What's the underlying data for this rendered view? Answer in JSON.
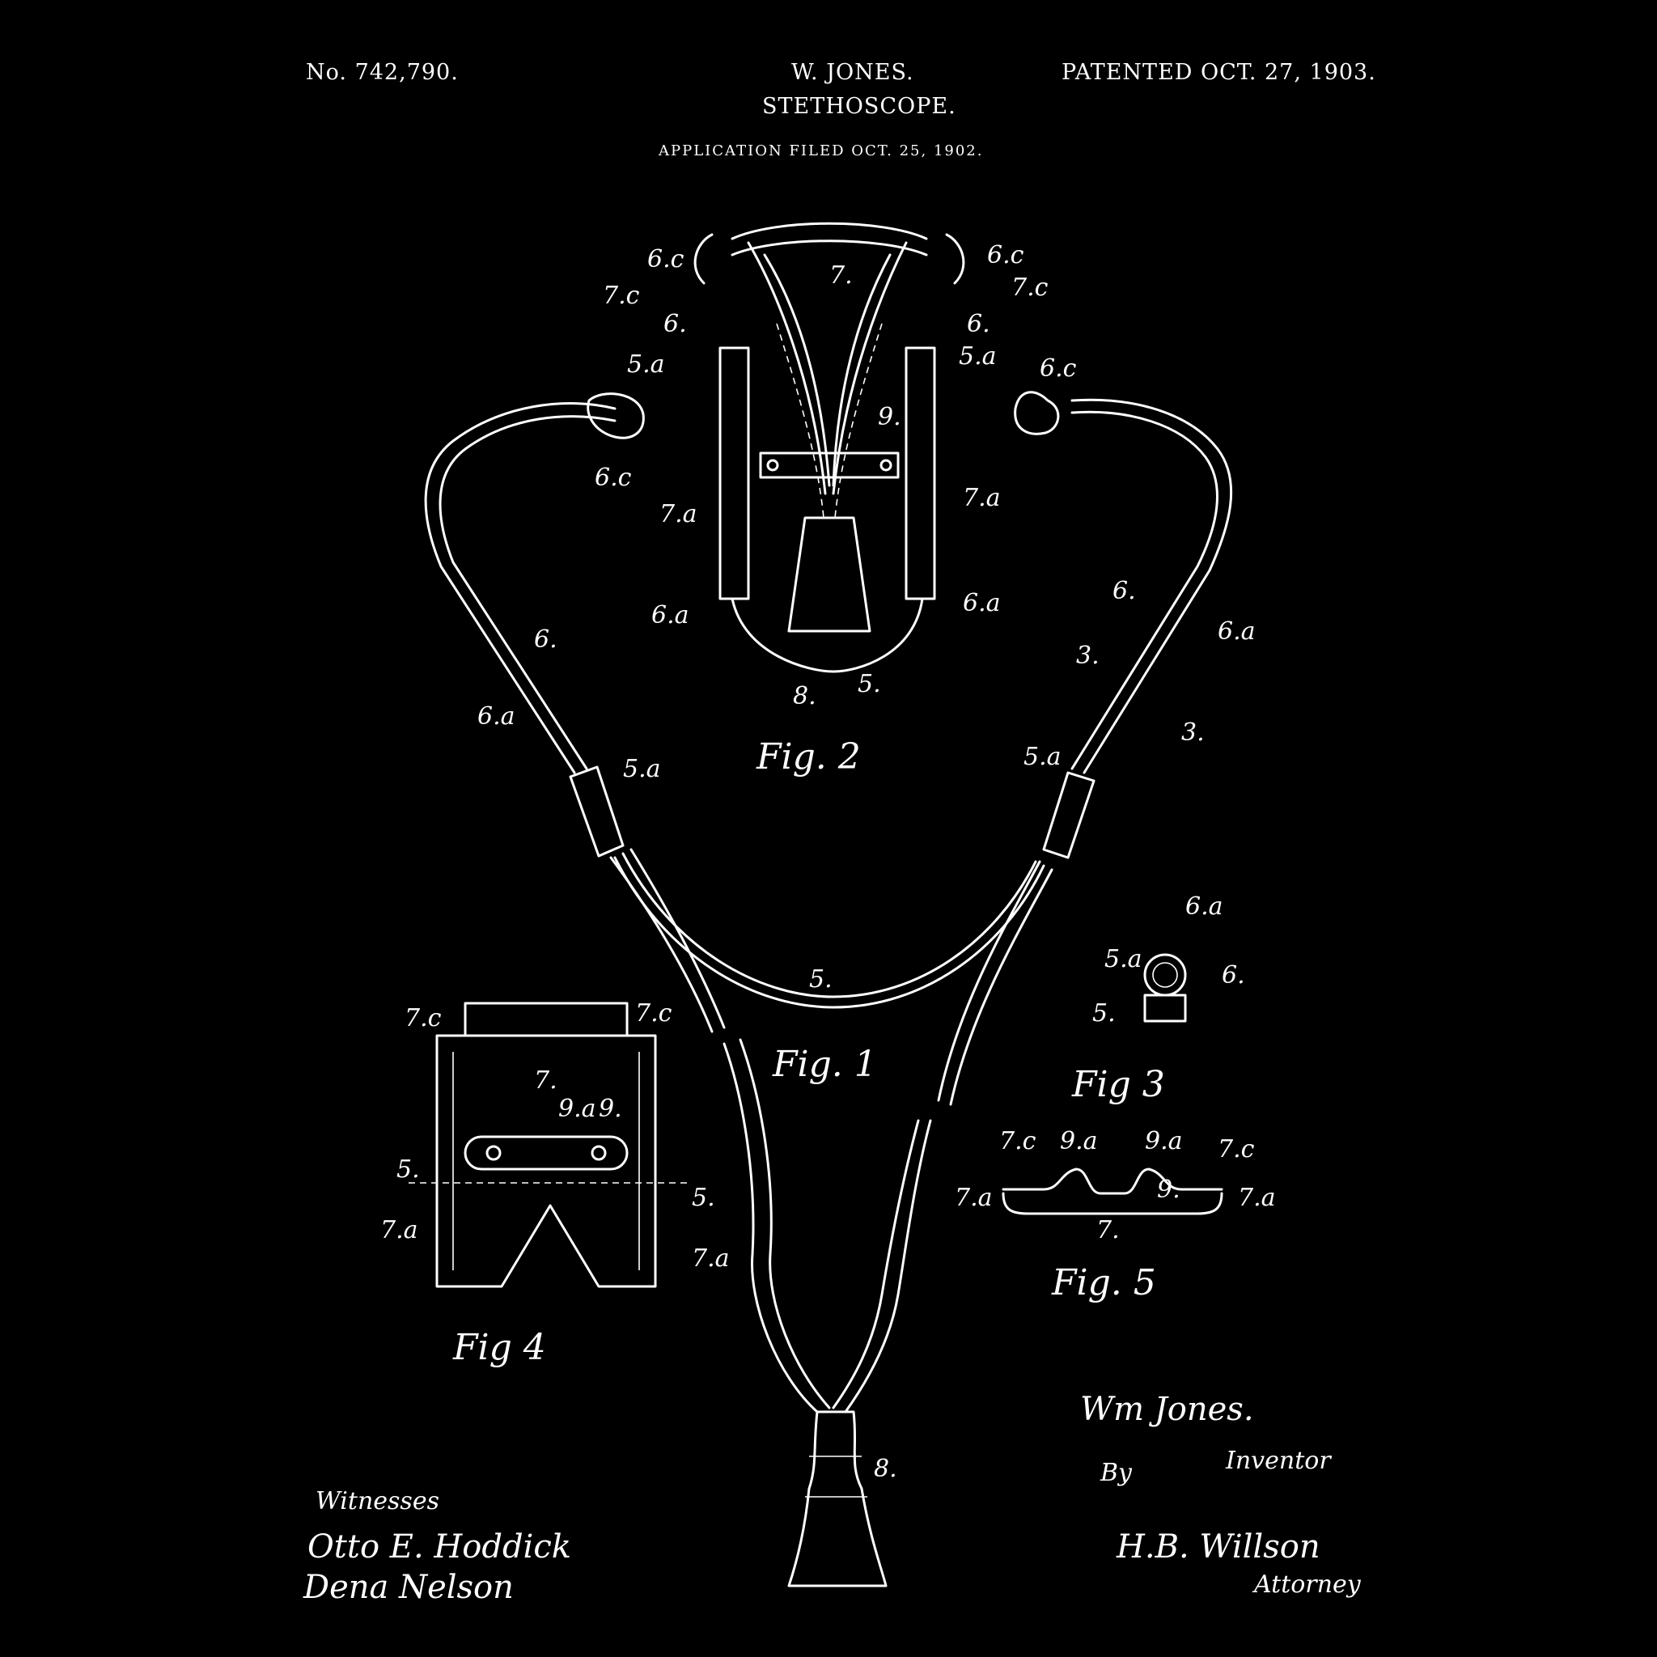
{
  "header": {
    "patent_number": "No. 742,790.",
    "inventor_name": "W. JONES.",
    "title": "STETHOSCOPE.",
    "patented": "PATENTED OCT. 27, 1903.",
    "application": "APPLICATION FILED OCT. 25, 1902."
  },
  "figures": {
    "fig1": "Fig. 1",
    "fig2": "Fig. 2",
    "fig3": "Fig 3",
    "fig4": "Fig 4",
    "fig5": "Fig. 5"
  },
  "refs": {
    "r5": "5.",
    "r5a": "5.a",
    "r6": "6.",
    "r6a": "6.a",
    "r6c": "6.c",
    "r7": "7.",
    "r7a": "7.a",
    "r7c": "7.c",
    "r8": "8.",
    "r9": "9.",
    "r9a": "9.a",
    "r3": "3.",
    "r3b": "3."
  },
  "signatures": {
    "witnesses_label": "Witnesses",
    "witness_1": "Otto E. Hoddick",
    "witness_2": "Dena Nelson",
    "inventor_signature": "Wm Jones.",
    "inventor_label": "Inventor",
    "by_label": "By",
    "attorney_signature": "H.B. Willson",
    "attorney_label": "Attorney"
  },
  "colors": {
    "background": "#000000",
    "ink": "#ffffff"
  }
}
